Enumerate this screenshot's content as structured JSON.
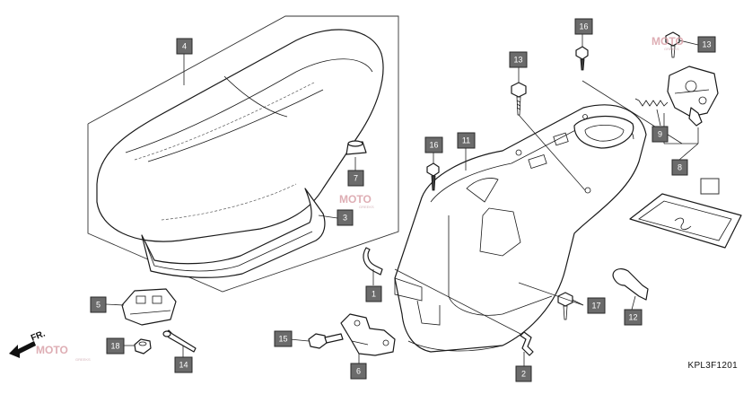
{
  "diagram": {
    "code": "KPL3F1201",
    "front_label": "FR.",
    "watermark": {
      "brand": "MOTO",
      "sub": "GREEKS"
    },
    "callouts": [
      {
        "id": "c4a",
        "label": "4"
      },
      {
        "id": "c7",
        "label": "7"
      },
      {
        "id": "c3",
        "label": "3"
      },
      {
        "id": "c5",
        "label": "5"
      },
      {
        "id": "c18",
        "label": "18"
      },
      {
        "id": "c14",
        "label": "14"
      },
      {
        "id": "c16a",
        "label": "16"
      },
      {
        "id": "c11",
        "label": "11"
      },
      {
        "id": "c1",
        "label": "1"
      },
      {
        "id": "c15",
        "label": "15"
      },
      {
        "id": "c6",
        "label": "6"
      },
      {
        "id": "c2",
        "label": "2"
      },
      {
        "id": "c13a",
        "label": "13"
      },
      {
        "id": "c16b",
        "label": "16"
      },
      {
        "id": "c17",
        "label": "17"
      },
      {
        "id": "c12",
        "label": "12"
      },
      {
        "id": "c13b",
        "label": "13"
      },
      {
        "id": "c9",
        "label": "9"
      },
      {
        "id": "c8",
        "label": "8"
      }
    ]
  }
}
